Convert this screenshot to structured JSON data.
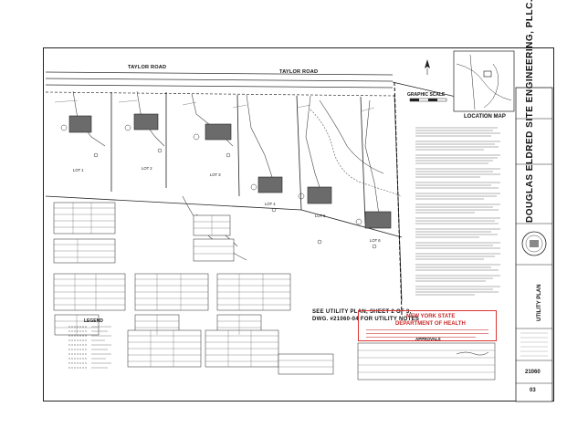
{
  "plan": {
    "road_label_left": "TAYLOR ROAD",
    "road_label_center": "TAYLOR ROAD",
    "graphic_scale": "GRAPHIC SCALE",
    "location_map": "LOCATION MAP",
    "see_utility_note": [
      "SEE UTILITY PLAN, SHEET 2 OF 3,",
      "DWG. #21060-04 FOR UTILITY NOTES"
    ],
    "legend_title": "LEGEND",
    "approvals": "APPROVALS",
    "lots": [
      "LOT 1",
      "LOT 2",
      "LOT 3",
      "LOT 4",
      "LOT 5",
      "LOT 6"
    ]
  },
  "stamp": {
    "heading_1": "NEW YORK STATE",
    "heading_2": "DEPARTMENT OF HEALTH"
  },
  "title_block": {
    "firm_name": "DOUGLAS ELDRED SITE ENGINEERING, PLLC.",
    "sheet_title": "UTILITY PLAN",
    "project_number": "21060",
    "sheet_number": "03"
  }
}
